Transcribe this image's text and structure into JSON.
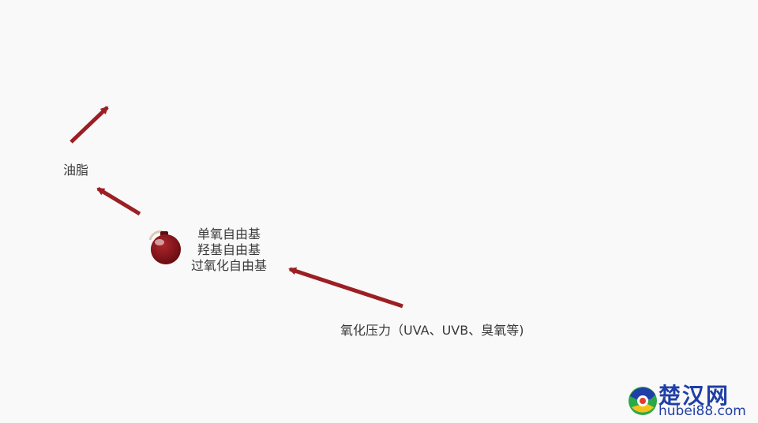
{
  "diagram": {
    "labels": {
      "oil": "油脂",
      "radicals": [
        "单氧自由基",
        "羟基自由基",
        "过氧化自由基"
      ],
      "stress": "氧化压力（UVA、UVB、臭氧等)"
    },
    "colors": {
      "arrow": "#9b1f24",
      "bomb": "#8a1218",
      "text": "#3a3a3a",
      "background": "#f9f9f9"
    },
    "icons": {
      "bomb": "bomb-icon"
    }
  },
  "watermark": {
    "title": "楚汉网",
    "url": "hubei88.com",
    "colors": {
      "text": "#1f3ea6"
    }
  }
}
